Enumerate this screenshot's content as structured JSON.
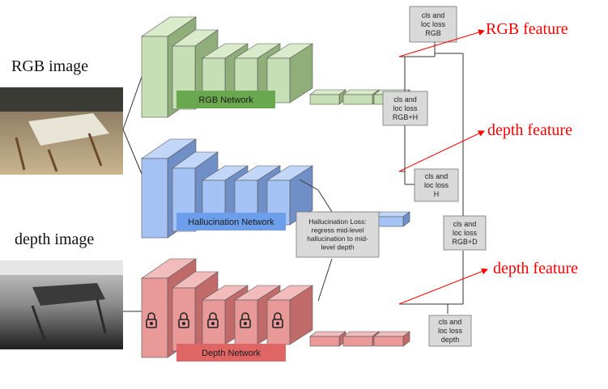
{
  "labels": {
    "rgb_image": "RGB image",
    "depth_image": "depth image",
    "rgb_feature": "RGB feature",
    "depth_feature_top": "depth feature",
    "depth_feature_bottom": "depth feature"
  },
  "networks": {
    "rgb": "RGB Network",
    "hallucination": "Hallucination Network",
    "depth": "Depth Network"
  },
  "loss_boxes": {
    "rgb": [
      "cls and",
      "loc loss",
      "RGB"
    ],
    "rgb_h": [
      "cls and",
      "loc loss",
      "RGB+H"
    ],
    "h": [
      "cls and",
      "loc loss",
      "H"
    ],
    "rgb_d": [
      "cls and",
      "loc loss",
      "RGB+D"
    ],
    "depth": [
      "cls and",
      "loc loss",
      "depth"
    ],
    "hallucination_loss": [
      "Hallucination Loss:",
      "regress mid-level",
      "hallucination to mid-",
      "level depth"
    ]
  },
  "colors": {
    "rgb_face": "#c6dfb4",
    "rgb_side": "#8fae7a",
    "rgb_top": "#d9ebcb",
    "rgb_label": "#6aa84f",
    "hall_face": "#a4c2f4",
    "hall_side": "#6f8fc6",
    "hall_top": "#c2d6f7",
    "hall_label": "#6d9eeb",
    "depth_face": "#ea9999",
    "depth_side": "#c06a6a",
    "depth_top": "#f2bcbc",
    "depth_label": "#e06666",
    "loss_box": "#d9d9d9",
    "feature_text": "#ff0000"
  },
  "icons": {
    "lock": "lock-icon"
  }
}
